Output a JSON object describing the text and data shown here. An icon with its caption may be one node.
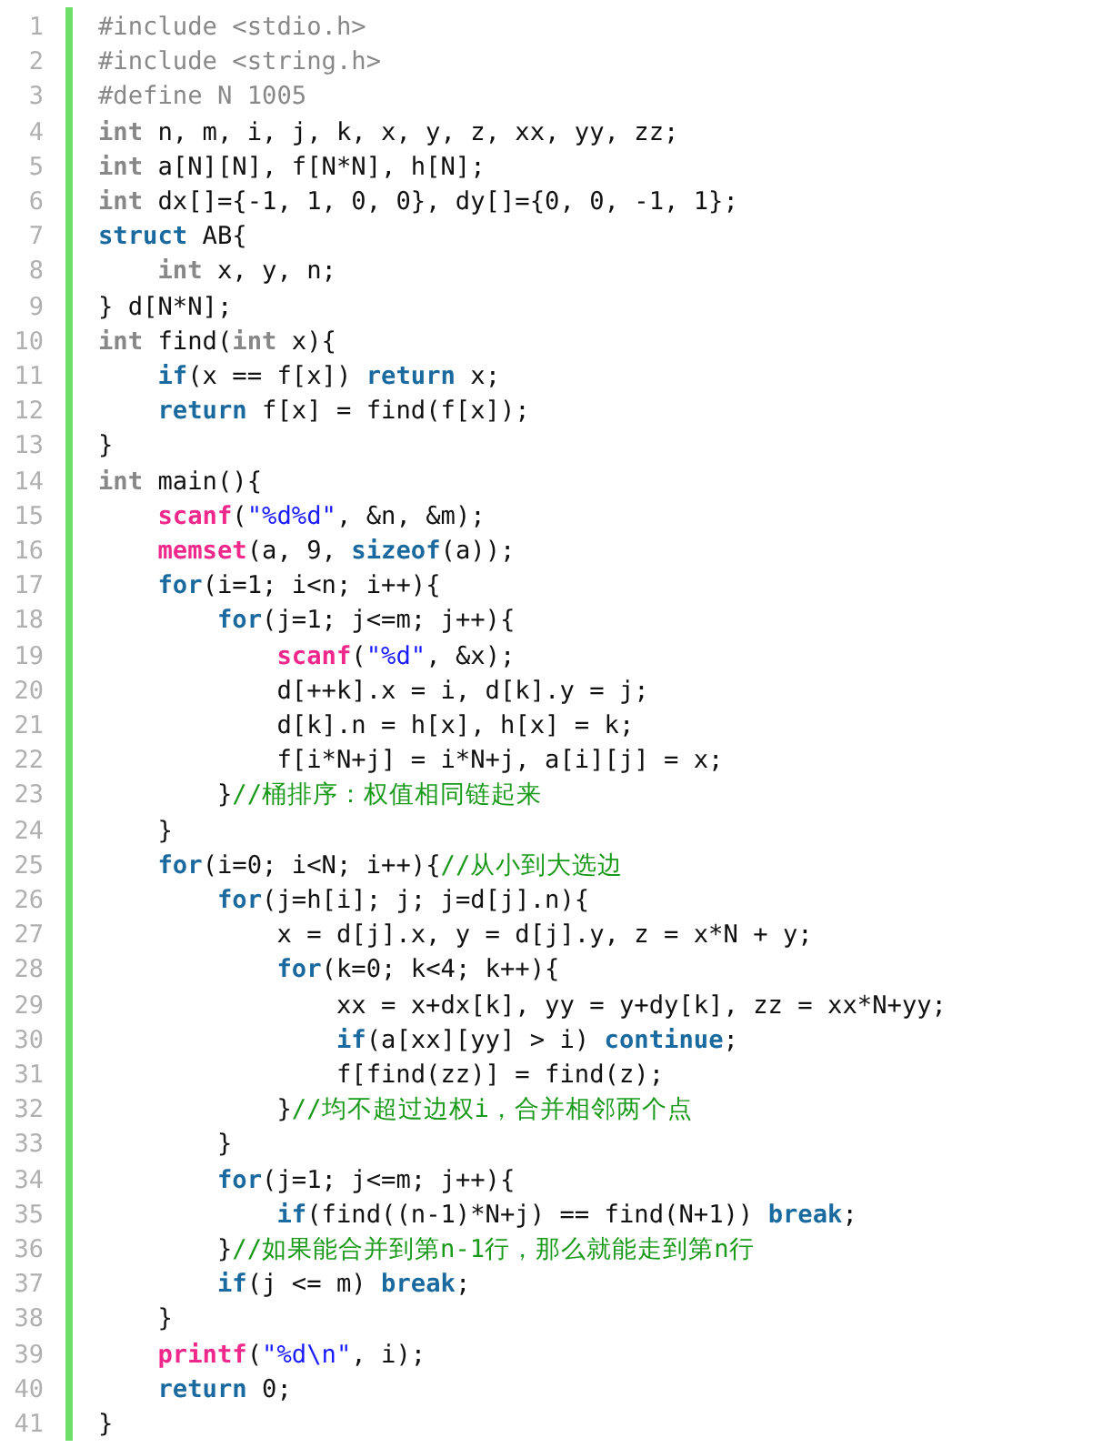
{
  "diagram": {
    "labels": [
      "1",
      "#include <stdio.h>",
      "2",
      "#include <string.h>",
      "3",
      "#define N 1005",
      "4",
      "int n, m, i, j, k, x, y, z, xx, yy, zz;",
      "5",
      "int a[N][N], f[N*N], h[N];",
      "6",
      "int dx[]={-1, 1, 0, 0}, dy[]={0, 0, -1, 1};",
      "7",
      "struct AB{",
      "8",
      "    int x, y, n;",
      "9",
      "} d[N*N];",
      "10",
      "int find(int x){",
      "11",
      "    if(x == f[x]) return x;",
      "12",
      "    return f[x] = find(f[x]);",
      "13",
      "}",
      "14",
      "int main(){",
      "15",
      "    scanf(\"%d%d\", &n, &m);",
      "16",
      "    memset(a, 9, sizeof(a));",
      "17",
      "    for(i=1; i<n; i++){",
      "18",
      "        for(j=1; j<=m; j++){",
      "19",
      "            scanf(\"%d\", &x);",
      "20",
      "            d[++k].x = i, d[k].y = j;",
      "21",
      "            d[k].n = h[x], h[x] = k;",
      "22",
      "            f[i*N+j] = i*N+j, a[i][j] = x;",
      "23",
      "        }//桶排序：权值相同链起来",
      "24",
      "    }",
      "25",
      "    for(i=0; i<N; i++){//从小到大选边",
      "26",
      "        for(j=h[i]; j; j=d[j].n){",
      "27",
      "            x = d[j].x, y = d[j].y, z = x*N + y;",
      "28",
      "            for(k=0; k<4; k++){",
      "29",
      "                xx = x+dx[k], yy = y+dy[k], zz = xx*N+yy;",
      "30",
      "                if(a[xx][yy] > i) continue;",
      "31",
      "                f[find(zz)] = find(z);",
      "32",
      "            }//均不超过边权i，合并相邻两个点",
      "33",
      "        }",
      "34",
      "        for(j=1; j<=m; j++){",
      "35",
      "            if(find((n-1)*N+j) == find(N+1)) break;",
      "36",
      "        }//如果能合并到第n-1行，那么就能走到第n行",
      "37",
      "        if(j <= m) break;",
      "38",
      "    }",
      "39",
      "    printf(\"%d\\n\", i);",
      "40",
      "    return 0;",
      "41",
      "}"
    ]
  }
}
